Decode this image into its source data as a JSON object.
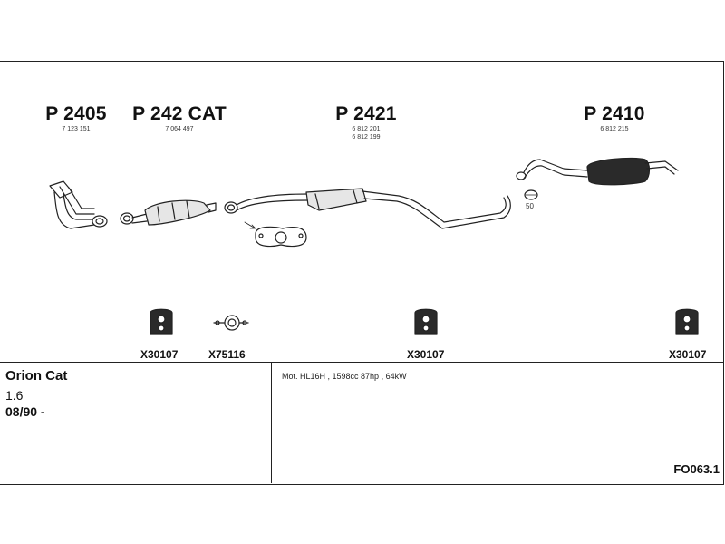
{
  "parts": [
    {
      "code": "P 2405",
      "oem": [
        "7 123 151"
      ]
    },
    {
      "code": "P 242 CAT",
      "oem": [
        "7 064 497"
      ]
    },
    {
      "code": "P 2421",
      "oem": [
        "6 812 201",
        "6 812 199"
      ]
    },
    {
      "code": "P 2410",
      "oem": [
        "6 812 215"
      ]
    }
  ],
  "mounts": [
    "X30107",
    "X75116",
    "X30107",
    "X30107"
  ],
  "clamp_size": "50",
  "vehicle": {
    "name": "Orion Cat",
    "engine": "1.6",
    "dates": "08/90 -"
  },
  "note": "Mot. HL16H , 1598cc 87hp , 64kW",
  "ref": "FO063.1",
  "colors": {
    "line": "#222222",
    "fill": "#e6e6e6",
    "dark": "#2a2a2a"
  }
}
